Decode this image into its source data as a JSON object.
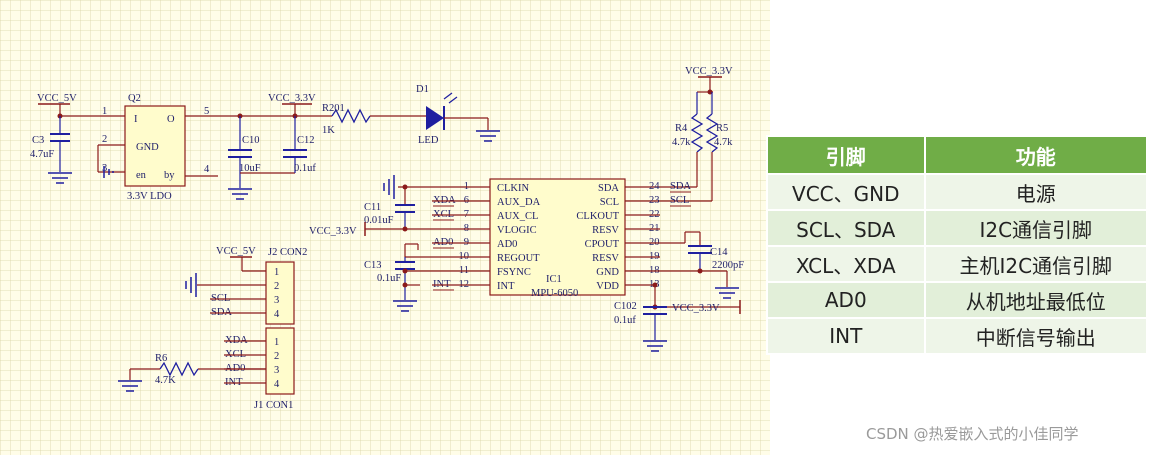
{
  "schematic": {
    "power": {
      "vcc5_top": "VCC_5V",
      "vcc33_top": "VCC_3.3V",
      "vcc33_right": "VCC_3.3V",
      "vcc33_vlogic": "VCC_3.3V",
      "vcc33_vdd": "VCC_3.3V",
      "vcc5_j2": "VCC_5V"
    },
    "q2": {
      "ref": "Q2",
      "part": "3.3V LDO",
      "pin_i": "I",
      "pin_o": "O",
      "pin_gnd": "GND",
      "pin_en": "en",
      "pin_by": "by",
      "pin1": "1",
      "pin2": "2",
      "pin3": "3",
      "pin4": "4",
      "pin5": "5"
    },
    "c3": {
      "ref": "C3",
      "value": "4.7uF"
    },
    "c10": {
      "ref": "C10",
      "value": "10uF"
    },
    "c12": {
      "ref": "C12",
      "value": "0.1uf"
    },
    "r201": {
      "ref": "R201",
      "value": "1K"
    },
    "d1": {
      "ref": "D1",
      "value": "LED"
    },
    "r4": {
      "ref": "R4",
      "value": "4.7k"
    },
    "r5": {
      "ref": "R5",
      "value": "4.7k"
    },
    "ic1": {
      "ref": "IC1",
      "part": "MPU-6050",
      "left_pins": [
        {
          "num": "1",
          "name": "CLKIN",
          "net": ""
        },
        {
          "num": "6",
          "name": "AUX_DA",
          "net": "XDA"
        },
        {
          "num": "7",
          "name": "AUX_CL",
          "net": "XCL"
        },
        {
          "num": "8",
          "name": "VLOGIC",
          "net": ""
        },
        {
          "num": "9",
          "name": "AD0",
          "net": "AD0"
        },
        {
          "num": "10",
          "name": "REGOUT",
          "net": ""
        },
        {
          "num": "11",
          "name": "FSYNC",
          "net": ""
        },
        {
          "num": "12",
          "name": "INT",
          "net": "INT"
        }
      ],
      "right_pins": [
        {
          "num": "24",
          "name": "SDA",
          "net": "SDA"
        },
        {
          "num": "23",
          "name": "SCL",
          "net": "SCL"
        },
        {
          "num": "22",
          "name": "CLKOUT",
          "net": ""
        },
        {
          "num": "21",
          "name": "RESV",
          "net": ""
        },
        {
          "num": "20",
          "name": "CPOUT",
          "net": ""
        },
        {
          "num": "19",
          "name": "RESV",
          "net": ""
        },
        {
          "num": "18",
          "name": "GND",
          "net": ""
        },
        {
          "num": "13",
          "name": "VDD",
          "net": ""
        }
      ]
    },
    "c11": {
      "ref": "C11",
      "value": "0.01uF"
    },
    "c13": {
      "ref": "C13",
      "value": "0.1uF"
    },
    "c14": {
      "ref": "C14",
      "value": "2200pF"
    },
    "c102": {
      "ref": "C102",
      "value": "0.1uf"
    },
    "j2": {
      "ref": "J2 CON2",
      "pins": [
        "1",
        "2",
        "3",
        "4"
      ],
      "nets": [
        "",
        "",
        "SCL",
        "SDA"
      ]
    },
    "j1": {
      "ref": "J1 CON1",
      "pins": [
        "1",
        "2",
        "3",
        "4"
      ],
      "nets": [
        "XDA",
        "XCL",
        "AD0",
        "INT"
      ]
    },
    "r6": {
      "ref": "R6",
      "value": "4.7K"
    }
  },
  "pin_table": {
    "headers": [
      "引脚",
      "功能"
    ],
    "rows": [
      {
        "pin": "VCC、GND",
        "function": "电源"
      },
      {
        "pin": "SCL、SDA",
        "function": "I2C通信引脚"
      },
      {
        "pin": "XCL、XDA",
        "function": "主机I2C通信引脚"
      },
      {
        "pin": "AD0",
        "function": "从机地址最低位"
      },
      {
        "pin": "INT",
        "function": "中断信号输出"
      }
    ]
  },
  "watermark": "CSDN @热爱嵌入式的小佳同学",
  "colors": {
    "grid_bg": "#fffde8",
    "grid_line": "#d9d3a6",
    "wire": "#8b1a1a",
    "component": "#1f1fa0",
    "text": "#1f1f6a",
    "table_header": "#70ad47",
    "table_row": "#e2efd9"
  }
}
